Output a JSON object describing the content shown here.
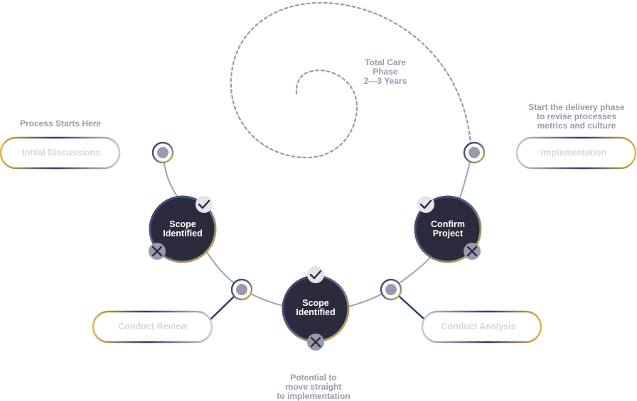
{
  "spiral_label": [
    "Total Care",
    "Phase",
    "2—3 Years"
  ],
  "notes": {
    "process_start": "Process Starts Here",
    "delivery": [
      "Start the delivery phase",
      "to revise processes",
      "metrics and culture"
    ],
    "straight": [
      "Potential to",
      "move straight",
      "to implementation"
    ]
  },
  "pills": {
    "initial": "Initial Discussions",
    "review": "Conduct Review",
    "analysis": "Conduct Analysis",
    "implementation": "Implementation"
  },
  "stages": {
    "left": [
      "Scope",
      "Identified"
    ],
    "center": [
      "Scope",
      "Identified"
    ],
    "right": [
      "Confirm",
      "Project"
    ]
  },
  "colors": {
    "navy": "#2b2b3d",
    "gold": "#e0b54a",
    "line": "#a9a9b8",
    "dot": "#9a9aae"
  },
  "icons": {
    "check": "check-icon",
    "cross": "cross-icon"
  }
}
